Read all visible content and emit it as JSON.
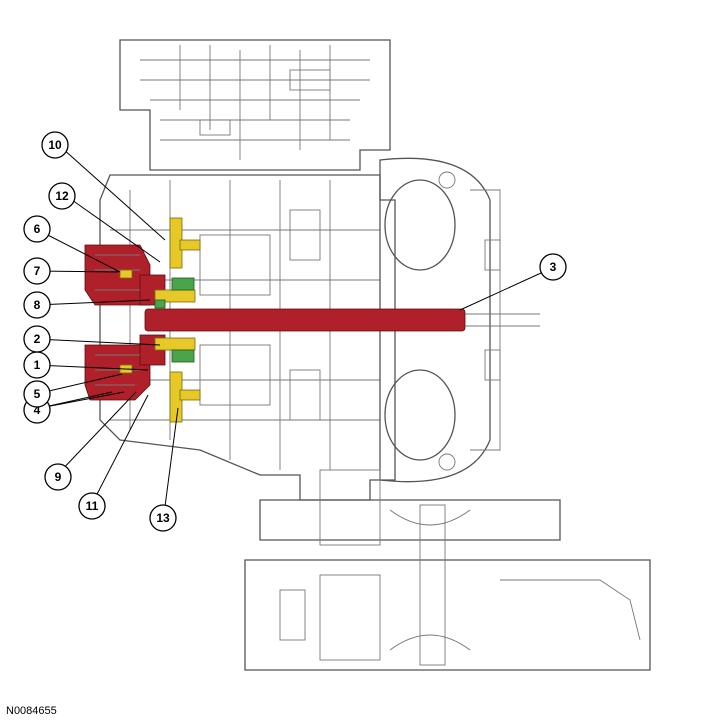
{
  "figure_id": "N0084655",
  "callouts": [
    {
      "id": "c1",
      "label": "1"
    },
    {
      "id": "c2",
      "label": "2"
    },
    {
      "id": "c3",
      "label": "3"
    },
    {
      "id": "c4",
      "label": "4"
    },
    {
      "id": "c5",
      "label": "5"
    },
    {
      "id": "c6",
      "label": "6"
    },
    {
      "id": "c7",
      "label": "7"
    },
    {
      "id": "c8",
      "label": "8"
    },
    {
      "id": "c9",
      "label": "9"
    },
    {
      "id": "c10",
      "label": "10"
    },
    {
      "id": "c11",
      "label": "11"
    },
    {
      "id": "c12",
      "label": "12"
    },
    {
      "id": "c13",
      "label": "13"
    }
  ],
  "colors": {
    "highlight_red": "#b0202a",
    "highlight_yellow": "#e6c928",
    "highlight_green": "#4aa44a",
    "outline": "#555555"
  }
}
